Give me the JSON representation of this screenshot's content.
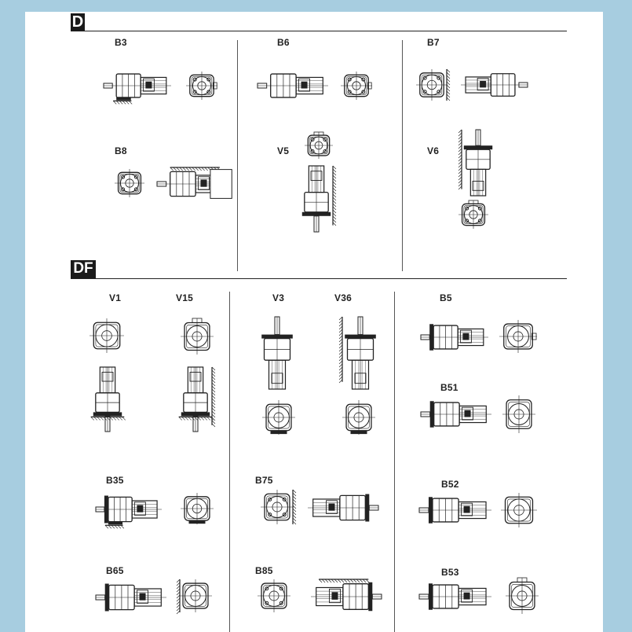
{
  "sections": [
    {
      "tag": "D"
    },
    {
      "tag": "DF"
    }
  ],
  "labels": {
    "d_b3": "B3",
    "d_b6": "B6",
    "d_b7": "B7",
    "d_b8": "B8",
    "d_v5": "V5",
    "d_v6": "V6",
    "df_v1": "V1",
    "df_v15": "V15",
    "df_v3": "V3",
    "df_v36": "V36",
    "df_b5": "B5",
    "df_b51": "B51",
    "df_b35": "B35",
    "df_b75": "B75",
    "df_b52": "B52",
    "df_b65": "B65",
    "df_b85": "B85",
    "df_b53": "B53"
  },
  "figures": {
    "front_view": "gear-unit-front-view-icon",
    "side_view": "gear-unit-side-view-icon",
    "vertical_view": "gear-unit-vertical-view-icon"
  }
}
